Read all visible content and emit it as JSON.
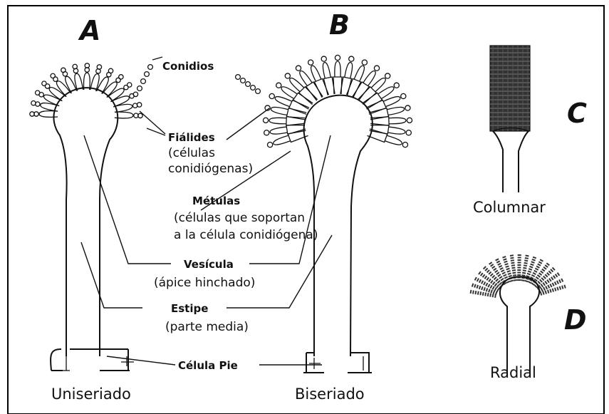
{
  "panels": {
    "a": "A",
    "b": "B",
    "c": "C",
    "d": "D"
  },
  "labels": {
    "conidios": "Conidios",
    "fialides": "Fiálides",
    "fialides_sub1": "(células",
    "fialides_sub2": "conidiógenas)",
    "metulas": "Métulas",
    "metulas_sub1": "(células que soportan",
    "metulas_sub2": "a la célula conidiógena)",
    "vesicula": "Vesícula",
    "vesicula_sub": "(ápice hinchado)",
    "estipe": "Estipe",
    "estipe_sub": "(parte media)",
    "celula_pie": "Célula Pie"
  },
  "captions": {
    "uniseriado": "Uniseriado",
    "biseriado": "Biseriado",
    "columnar": "Columnar",
    "radial": "Radial"
  }
}
